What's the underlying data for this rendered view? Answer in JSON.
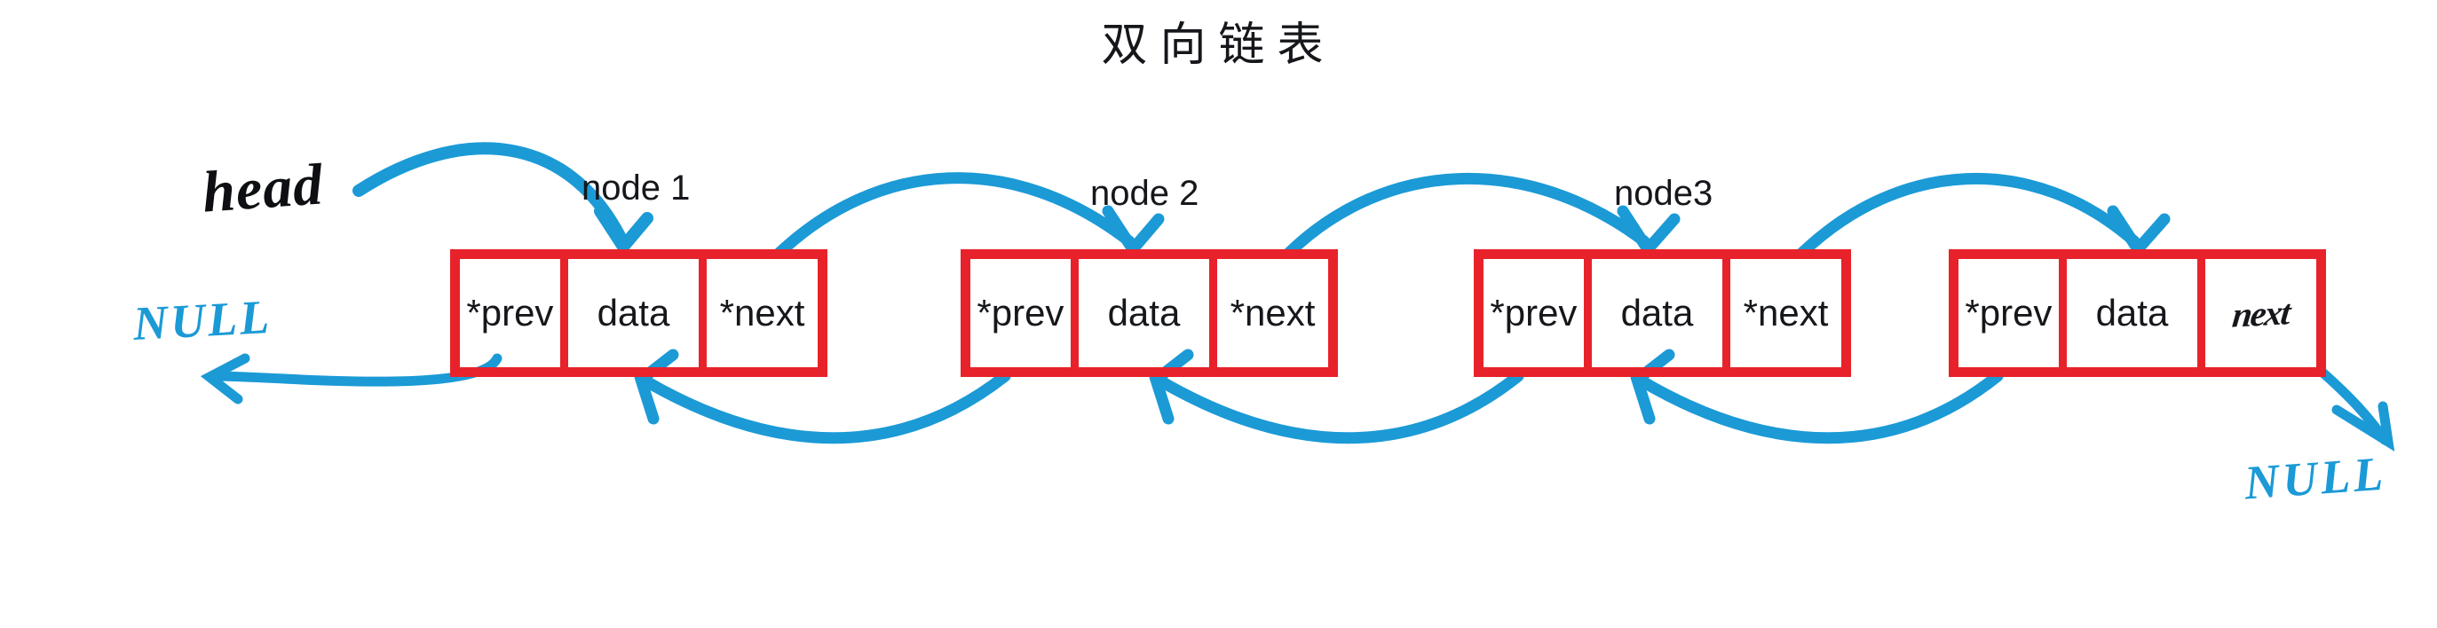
{
  "title": "双向链表",
  "diagram": {
    "kind": "doubly-linked-list",
    "colors": {
      "node_border": "#e8222a",
      "arrow": "#1b9ad6",
      "text": "#15171b",
      "handwriting_black": "#0d0f12",
      "background": "#ffffff"
    },
    "cell_labels": {
      "prev": "*prev",
      "data": "data",
      "next": "*next",
      "next_handwritten": "next"
    },
    "nodes": [
      {
        "label": "node 1",
        "has_label": true,
        "prev": "*prev",
        "data": "data",
        "next": "*next",
        "next_is_handwritten": false
      },
      {
        "label": "node 2",
        "has_label": true,
        "prev": "*prev",
        "data": "data",
        "next": "*next",
        "next_is_handwritten": false
      },
      {
        "label": "node3",
        "has_label": true,
        "prev": "*prev",
        "data": "data",
        "next": "*next",
        "next_is_handwritten": false
      },
      {
        "label": "",
        "has_label": false,
        "prev": "*prev",
        "data": "data",
        "next": "next",
        "next_is_handwritten": true
      }
    ],
    "annotations": {
      "head": "head",
      "null_left": "NULL",
      "null_right": "NULL"
    }
  }
}
